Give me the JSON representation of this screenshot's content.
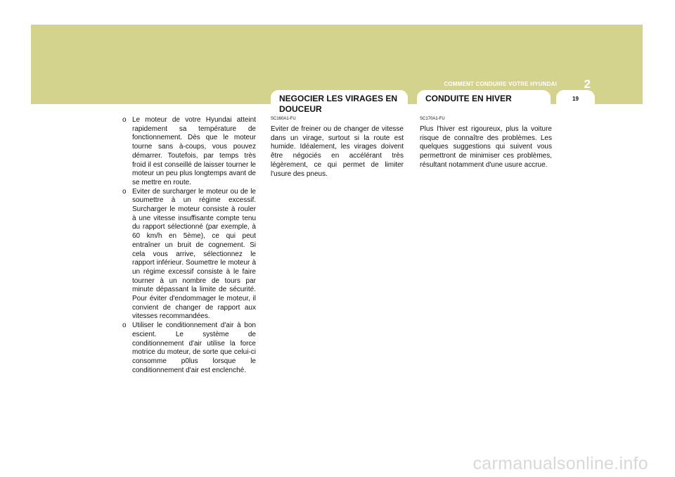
{
  "header": {
    "section_title": "COMMENT CONDUIRE VOTRE HYUNDAI",
    "section_number": "2",
    "page_number": "19",
    "band_color": "#d4d38e"
  },
  "tabs": {
    "negocier": "NEGOCIER LES VIRAGES EN DOUCEUR",
    "hiver": "CONDUITE EN HIVER"
  },
  "left_column": {
    "bullet_mark": "o",
    "bullets": [
      "Le moteur de votre Hyundai atteint rapidement sa température de fonctionnement. Dès que le moteur tourne sans à-coups, vous pouvez démarrer. Toutefois, par temps très froid il est conseillé de laisser tourner le moteur un peu plus longtemps avant de se mettre en route.",
      "Eviter de surcharger le moteur ou de le soumettre à un régime excessif. Surcharger le moteur consiste à rouler à une vitesse insuffisante compte tenu du rapport sélectionné (par exemple, à 60 km/h en 5ème), ce qui peut entraîner un bruit de cognement. Si cela vous arrive, sélectionnez le rapport inférieur. Soumettre le moteur à un régime excessif consiste à le faire tourner à un nombre de tours par minute dépassant la limite de sécurité. Pour éviter d'endommager le moteur, il convient de changer de rapport aux vitesses recommandées.",
      "Utiliser le conditionnement d'air à bon escient. Le système de conditionnement d'air utilise la force motrice du moteur, de sorte que celui-ci consomme p0lus lorsque le conditionnement d'air est enclenché."
    ]
  },
  "middle_column": {
    "code": "SC160A1-FU",
    "text": "Eviter de freiner ou de changer de vitesse dans un virage, surtout si la route est humide. Idéalement, les virages doivent être négociés en accélérant très légèrement, ce qui permet de limiter l'usure des pneus."
  },
  "right_column": {
    "code": "SC170A1-FU",
    "text": "Plus l'hiver est rigoureux, plus la voiture risque de connaître des problèmes. Les quelques suggestions qui suivent vous permettront de minimiser ces problèmes, résultant notamment d'une usure accrue."
  },
  "watermark": "carmanualsonline.info"
}
